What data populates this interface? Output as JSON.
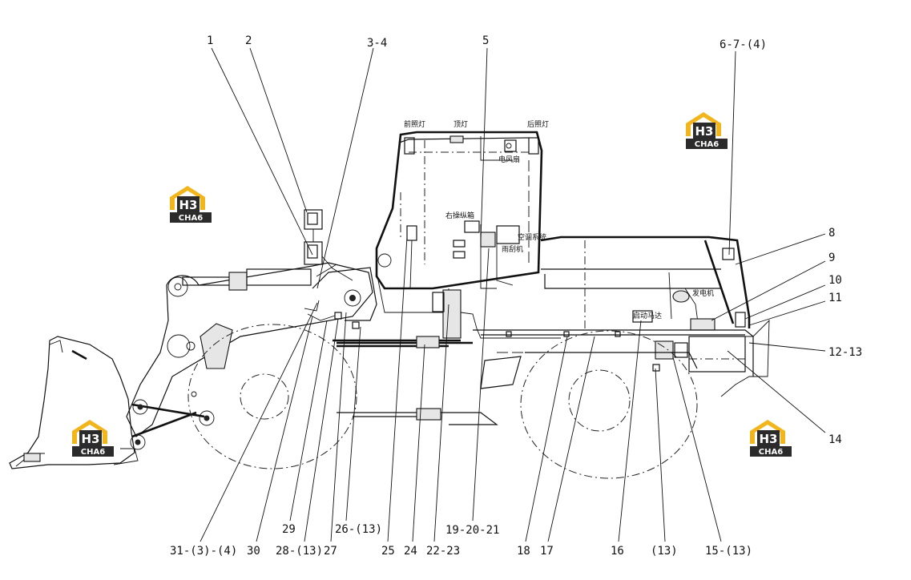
{
  "watermark": {
    "brand_text": "CHA6",
    "logo_letters": "H3"
  },
  "cn_labels": {
    "front_lamp": "前照灯",
    "top_lamp": "顶灯",
    "rear_lamp": "后照灯",
    "fan": "电风扇",
    "right_console": "右操纵箱",
    "ac_system": "空调系统",
    "wiper": "雨刮机",
    "alternator": "发电机",
    "starter": "启动马达"
  },
  "callouts": {
    "c1": "1",
    "c2": "2",
    "c3_4": "3-4",
    "c5": "5",
    "c6_7": "6-7-(4)",
    "c8": "8",
    "c9": "9",
    "c10": "10",
    "c11": "11",
    "c12_13": "12-13",
    "c14": "14",
    "c15": "15-(13)",
    "c13a": "(13)",
    "c16": "16",
    "c17": "17",
    "c18": "18",
    "c19": "19-20-21",
    "c22": "22-23",
    "c24": "24",
    "c25": "25",
    "c26": "26-(13)",
    "c27": "27",
    "c28": "28-(13)",
    "c29": "29",
    "c30": "30",
    "c31": "31-(3)-(4)"
  }
}
